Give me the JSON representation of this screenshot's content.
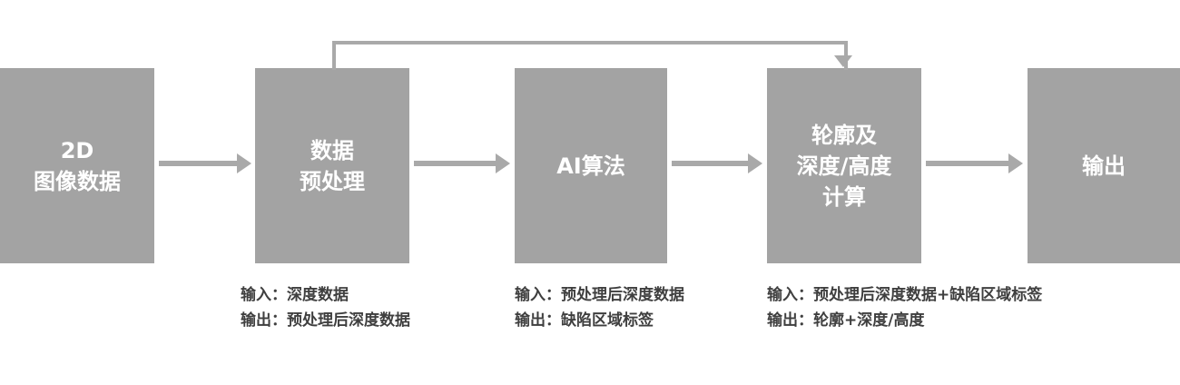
{
  "diagram": {
    "title": "AI depth-processing pipeline flowchart",
    "colors": {
      "background": "#ffffff",
      "node_fill": "#a3a3a3",
      "node_text": "#ffffff",
      "arrow": "#a9a9a9",
      "annotation_text": "#3f3f3f"
    },
    "nodes": [
      {
        "id": "input-2d-image-data",
        "label": "2D\n图像数据"
      },
      {
        "id": "data-preprocessing",
        "label": "数据\n预处理"
      },
      {
        "id": "ai-algorithm",
        "label": "AI算法"
      },
      {
        "id": "contour-depth-height-calc",
        "label": "轮廓及\n深度/高度\n计算"
      },
      {
        "id": "output",
        "label": "输出"
      }
    ],
    "annotations": [
      {
        "for": "data-preprocessing",
        "input": "输入：深度数据",
        "output": "输出：预处理后深度数据"
      },
      {
        "for": "ai-algorithm",
        "input": "输入：预处理后深度数据",
        "output": "输出：缺陷区域标签"
      },
      {
        "for": "contour-depth-height-calc",
        "input": "输入：预处理后深度数据+缺陷区域标签",
        "output": "输出：轮廓+深度/高度"
      }
    ]
  }
}
